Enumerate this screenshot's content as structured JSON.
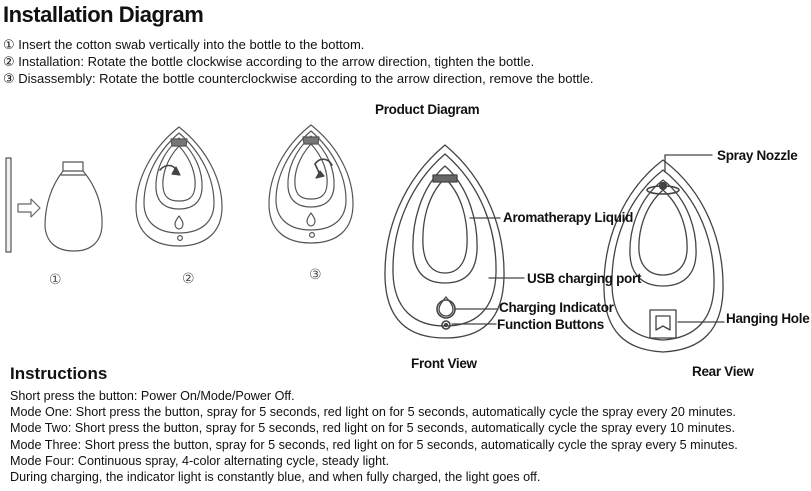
{
  "installation": {
    "title": "Installation Diagram",
    "steps": [
      "① Insert the cotton swab vertically into the bottle to the bottom.",
      "② Installation: Rotate the bottle clockwise according to the arrow direction, tighten the bottle.",
      "③ Disassembly: Rotate the bottle counterclockwise according to the arrow direction, remove the bottle."
    ],
    "figure_numbers": [
      "①",
      "②",
      "③"
    ]
  },
  "product": {
    "title": "Product Diagram",
    "front_view_label": "Front View",
    "rear_view_label": "Rear View",
    "callouts": {
      "spray_nozzle": "Spray Nozzle",
      "aromatherapy_liquid": "Aromatherapy Liquid",
      "usb_port": "USB charging port",
      "charging_indicator": "Charging Indicator",
      "function_buttons": "Function Buttons",
      "hanging_hole": "Hanging Hole"
    }
  },
  "instructions": {
    "title": "Instructions",
    "lines": [
      "Short press the button: Power On/Mode/Power Off.",
      "Mode One: Short press the button, spray for 5 seconds, red light on for 5 seconds, automatically cycle the spray every 20 minutes.",
      "Mode Two: Short press the button, spray for 5 seconds, red light on for 5 seconds, automatically cycle the spray every 10 minutes.",
      "Mode Three: Short press the button, spray for 5 seconds, red light on for 5 seconds, automatically cycle the spray every 5 minutes.",
      "Mode Four: Continuous spray, 4-color alternating cycle, steady light.",
      "During charging, the indicator light is constantly blue, and when fully charged, the light goes off."
    ]
  },
  "icons": [
    "arrow-right-icon",
    "rotate-clockwise-icon",
    "rotate-counterclockwise-icon",
    "water-drop-icon",
    "button-dot-icon"
  ]
}
